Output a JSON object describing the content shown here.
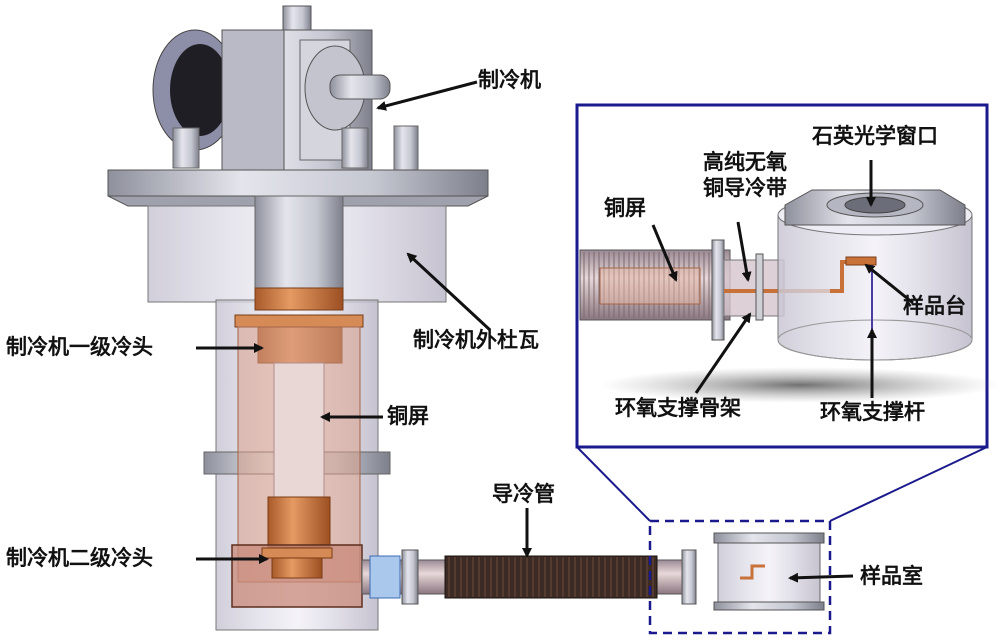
{
  "labels": {
    "cryocooler": "制冷机",
    "outer_column": "制冷机外杜瓦",
    "first_stage": "制冷机一级冷头",
    "copper_shield_main": "铜屏",
    "second_stage": "制冷机二级冷头",
    "cold_conduit": "导冷管",
    "sample_chamber": "样品室",
    "quartz_window": "石英光学窗口",
    "cold_strap_line1": "高纯无氧",
    "cold_strap_line2": "铜导冷带",
    "copper_shield_inset": "铜屏",
    "sample_stage": "样品台",
    "epoxy_frame": "环氧支撑骨架",
    "epoxy_rod": "环氧支撑杆"
  },
  "colors": {
    "inset_border": "#1a1a8c",
    "copper": "#c8723a",
    "copper_light": "#e2a37a",
    "steel": "#c9cbd4",
    "glass": "#e7e4ef"
  }
}
